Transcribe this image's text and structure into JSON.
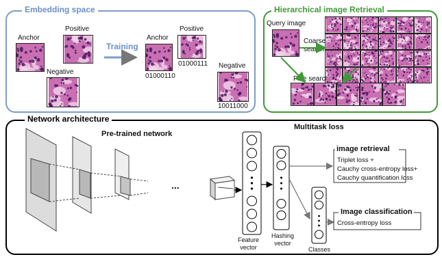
{
  "embedding_space": {
    "title": "Embedding space",
    "anchor": "Anchor",
    "positive": "Positive",
    "negative": "Negative",
    "training": "Training",
    "code_anchor": "01000110",
    "code_positive": "01000111",
    "code_negative": "10011000"
  },
  "retrieval": {
    "title": "Hierarchical image Retrieval",
    "query_image": "Query image",
    "coarse_search": "Coarse\nsearch",
    "fine_search": "Fine search"
  },
  "network": {
    "title": "Network architecture",
    "pretrained": "Pre-trained network",
    "ellipsis": "...",
    "multitask_loss": "Multitask loss",
    "feature_vector": "Feature\nvector",
    "hashing_vector": "Hashing\nvector",
    "classes": "Classes",
    "image_retrieval": {
      "title": "image retrieval",
      "lines": [
        "Triplet loss +",
        "Cauchy cross-entropy loss+",
        "Cauchy quantification loss"
      ]
    },
    "image_classification": {
      "title": "Image classification",
      "lines": [
        "Cross-entropy loss"
      ]
    }
  },
  "colors": {
    "embed_border": "#7d9cc8",
    "retrieval_border": "#3f9a36",
    "tissue_base": "#c96fb2",
    "tissue_dark": "#4a1a60"
  }
}
